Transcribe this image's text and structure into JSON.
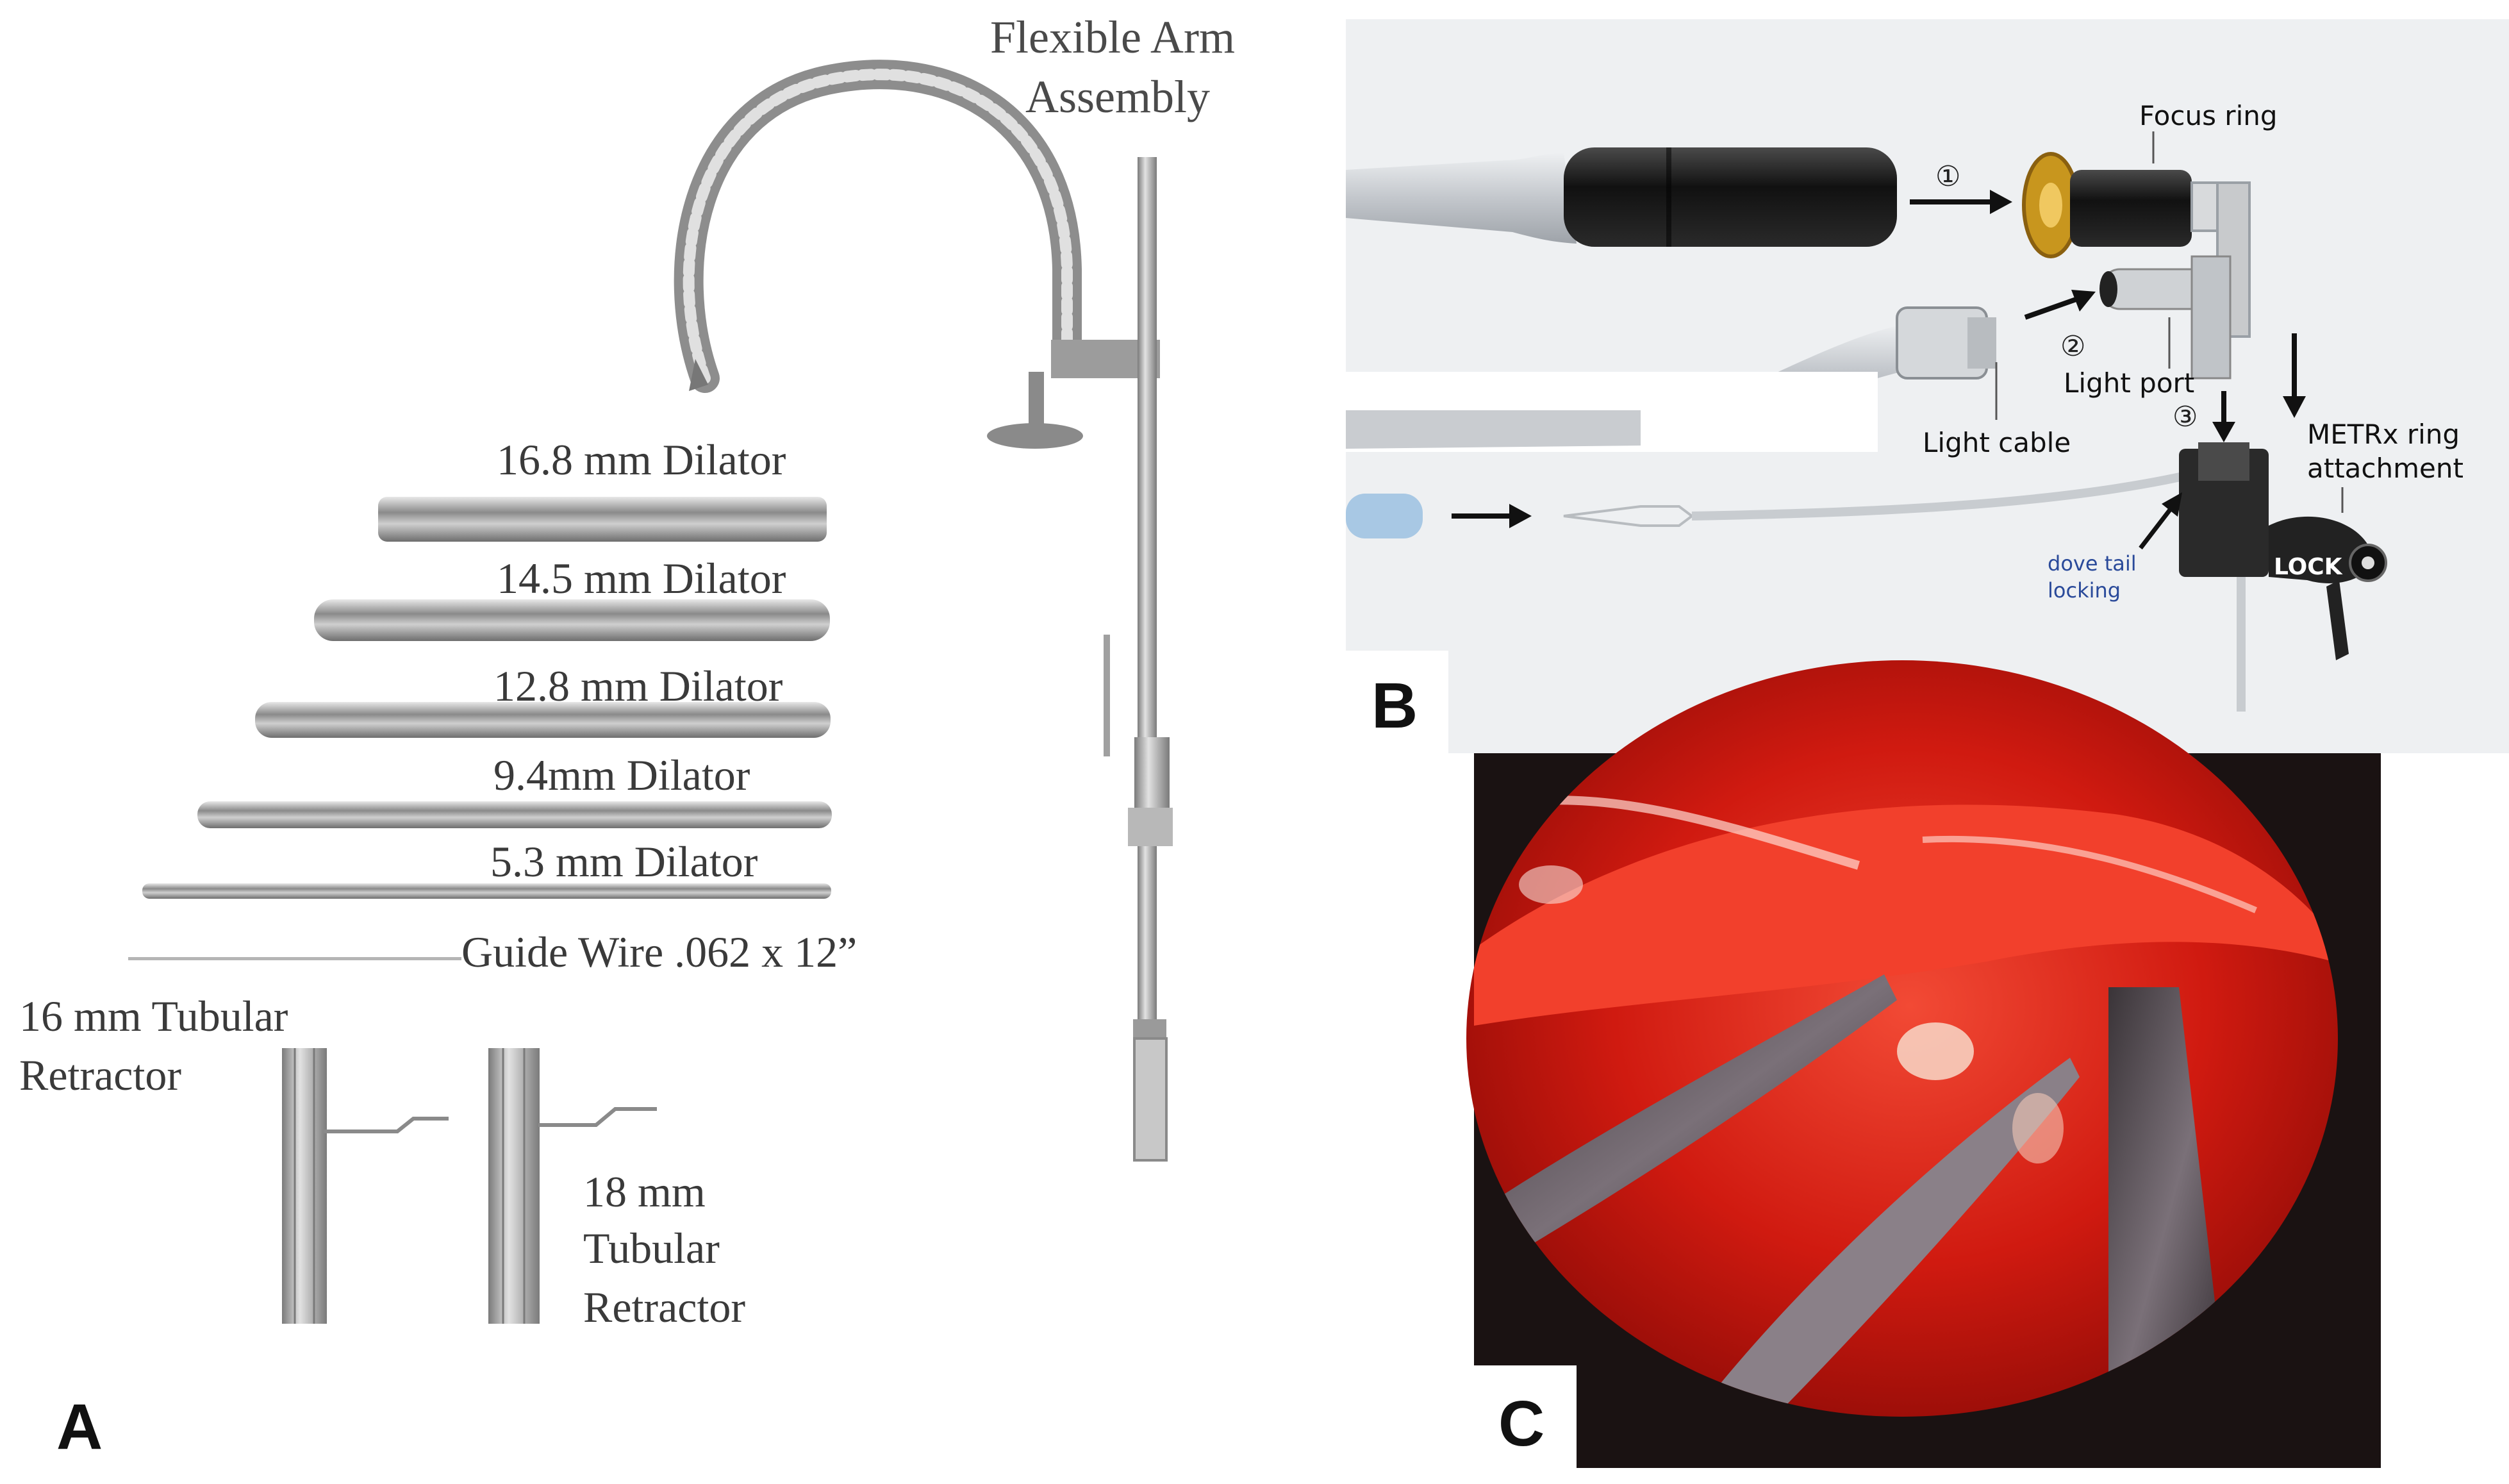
{
  "panels": {
    "a": {
      "letter": "A",
      "labels": {
        "flexible_arm_line1": "Flexible Arm",
        "flexible_arm_line2": "Assembly",
        "dilator_168": "16.8 mm Dilator",
        "dilator_145": "14.5 mm Dilator",
        "dilator_128": "12.8 mm Dilator",
        "dilator_94": "9.4mm Dilator",
        "dilator_53": "5.3 mm Dilator",
        "guide_wire": "Guide Wire .062 x 12”",
        "retractor16_line1": "16 mm Tubular",
        "retractor16_line2": "Retractor",
        "retractor18_line1": "18 mm",
        "retractor18_line2": "Tubular",
        "retractor18_line3": "Retractor"
      }
    },
    "b": {
      "letter": "B",
      "labels": {
        "focus_ring": "Focus ring",
        "light_port": "Light port",
        "light_cable": "Light cable",
        "metrx_line1": "METRx ring",
        "metrx_line2": "attachment",
        "dove_line1": "dove tail",
        "dove_line2": "locking",
        "lock": "LOCK",
        "step1": "①",
        "step2": "②",
        "step3": "③"
      }
    },
    "c": {
      "letter": "C"
    }
  },
  "colors": {
    "background": "#ffffff",
    "metal": "#9a9a9a",
    "metal_light": "#d8d8d8",
    "cable": "#c9ccd0",
    "scope_black": "#1c1c1c",
    "gold": "#c8961e",
    "tissue_red": "#c8120c",
    "tissue_bright": "#f03a28",
    "dark_frame": "#1a1212",
    "dove_text": "#2a4a9a"
  }
}
